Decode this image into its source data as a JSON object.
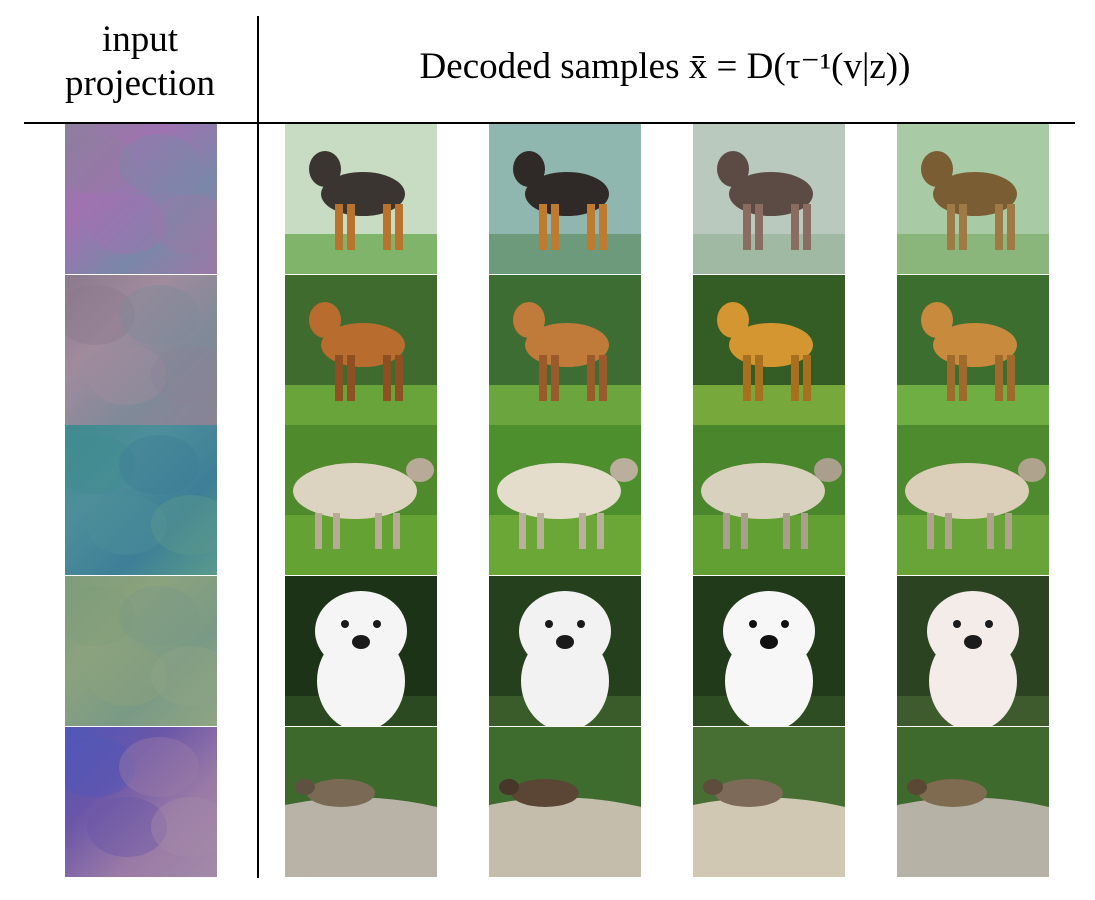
{
  "header": {
    "left_line1": "input",
    "left_line2": "projection",
    "right_text": "Decoded samples",
    "right_math": "x̄ = D(τ⁻¹(v|z))"
  },
  "rows": [
    {
      "projection": {
        "name": "projection-row-1",
        "colors": [
          "#8d7f9e",
          "#a072b1",
          "#7a87a8",
          "#9a79a6"
        ]
      },
      "samples": [
        {
          "name": "sample-dog-black-1",
          "bg": "#c7dcc2",
          "ground": "#7fb46a",
          "animal": "#3a3531",
          "accent": "#b8742e",
          "shape": "dog-side"
        },
        {
          "name": "sample-dog-black-2",
          "bg": "#8fb7b0",
          "ground": "#6c9a7a",
          "animal": "#2f2a27",
          "accent": "#c07a2e",
          "shape": "dog-side"
        },
        {
          "name": "sample-dog-black-3",
          "bg": "#b9c9bd",
          "ground": "#9fb9a3",
          "animal": "#5c4a44",
          "accent": "#8a6d60",
          "shape": "dog-side"
        },
        {
          "name": "sample-dog-black-4",
          "bg": "#a8cba5",
          "ground": "#8ab67c",
          "animal": "#7a5d33",
          "accent": "#9f7a45",
          "shape": "dog-side"
        }
      ]
    },
    {
      "projection": {
        "name": "projection-row-2",
        "colors": [
          "#8b7a8c",
          "#a08b9d",
          "#7f8a99",
          "#8a8296"
        ]
      },
      "samples": [
        {
          "name": "sample-dog-tan-1",
          "bg": "#3f6b2e",
          "ground": "#69a43b",
          "animal": "#b86d2e",
          "accent": "#8e4f22",
          "shape": "dog-side"
        },
        {
          "name": "sample-dog-tan-2",
          "bg": "#3d6d32",
          "ground": "#6aa53e",
          "animal": "#c07b3a",
          "accent": "#9a5a2a",
          "shape": "dog-side"
        },
        {
          "name": "sample-dog-tan-3",
          "bg": "#345c25",
          "ground": "#77a83b",
          "animal": "#d39630",
          "accent": "#a86f1e",
          "shape": "dog-side"
        },
        {
          "name": "sample-dog-tan-4",
          "bg": "#3c6e30",
          "ground": "#6eae42",
          "animal": "#c88a3d",
          "accent": "#a06a2c",
          "shape": "dog-side"
        }
      ]
    },
    {
      "projection": {
        "name": "projection-row-3",
        "colors": [
          "#3f8b8f",
          "#4e8e9a",
          "#3d7f97",
          "#5a9a8c"
        ]
      },
      "samples": [
        {
          "name": "sample-sheep-1",
          "bg": "#4f8a2c",
          "ground": "#64a233",
          "animal": "#ddd3c1",
          "accent": "#b7aa96",
          "shape": "sheep"
        },
        {
          "name": "sample-sheep-2",
          "bg": "#4e8f2d",
          "ground": "#6aa736",
          "animal": "#e4ddcc",
          "accent": "#b9af9c",
          "shape": "sheep"
        },
        {
          "name": "sample-sheep-3",
          "bg": "#4a862b",
          "ground": "#62a033",
          "animal": "#d8d1be",
          "accent": "#a99f8c",
          "shape": "sheep"
        },
        {
          "name": "sample-sheep-4",
          "bg": "#4e8a2e",
          "ground": "#68a437",
          "animal": "#dccfb9",
          "accent": "#b0a38d",
          "shape": "sheep"
        }
      ]
    },
    {
      "projection": {
        "name": "projection-row-4",
        "colors": [
          "#7f9d7a",
          "#8ba27d",
          "#7a9a86",
          "#8fa583"
        ]
      },
      "samples": [
        {
          "name": "sample-white-dog-1",
          "bg": "#1d3318",
          "ground": "#2b4a22",
          "animal": "#f5f5f5",
          "accent": "#1a1a1a",
          "shape": "dog-face"
        },
        {
          "name": "sample-white-dog-2",
          "bg": "#24401d",
          "ground": "#3a5c2a",
          "animal": "#f2f2f2",
          "accent": "#1a1a1a",
          "shape": "dog-face"
        },
        {
          "name": "sample-white-dog-3",
          "bg": "#203a1a",
          "ground": "#2e4d22",
          "animal": "#f7f7f7",
          "accent": "#111111",
          "shape": "dog-face"
        },
        {
          "name": "sample-white-dog-4",
          "bg": "#2b4321",
          "ground": "#3d5b2c",
          "animal": "#f3ece9",
          "accent": "#1b1b1b",
          "shape": "dog-face"
        }
      ]
    },
    {
      "projection": {
        "name": "projection-row-5",
        "colors": [
          "#4f57b8",
          "#6a56a9",
          "#9a7aa6",
          "#a48aa8"
        ]
      },
      "samples": [
        {
          "name": "sample-animal-rock-1",
          "bg": "#3d6a2c",
          "ground": "#b8b3a6",
          "animal": "#7a6a55",
          "accent": "#5f5142",
          "shape": "animal-rock"
        },
        {
          "name": "sample-animal-rock-2",
          "bg": "#3e6b2e",
          "ground": "#c4bdac",
          "animal": "#5b4636",
          "accent": "#47362a",
          "shape": "animal-rock"
        },
        {
          "name": "sample-animal-rock-3",
          "bg": "#476f33",
          "ground": "#d1c8b3",
          "animal": "#7d6a58",
          "accent": "#5e4d3d",
          "shape": "animal-rock"
        },
        {
          "name": "sample-animal-rock-4",
          "bg": "#3f6a2e",
          "ground": "#b6b2a5",
          "animal": "#7f6b4f",
          "accent": "#5a4835",
          "shape": "animal-rock"
        }
      ]
    }
  ]
}
